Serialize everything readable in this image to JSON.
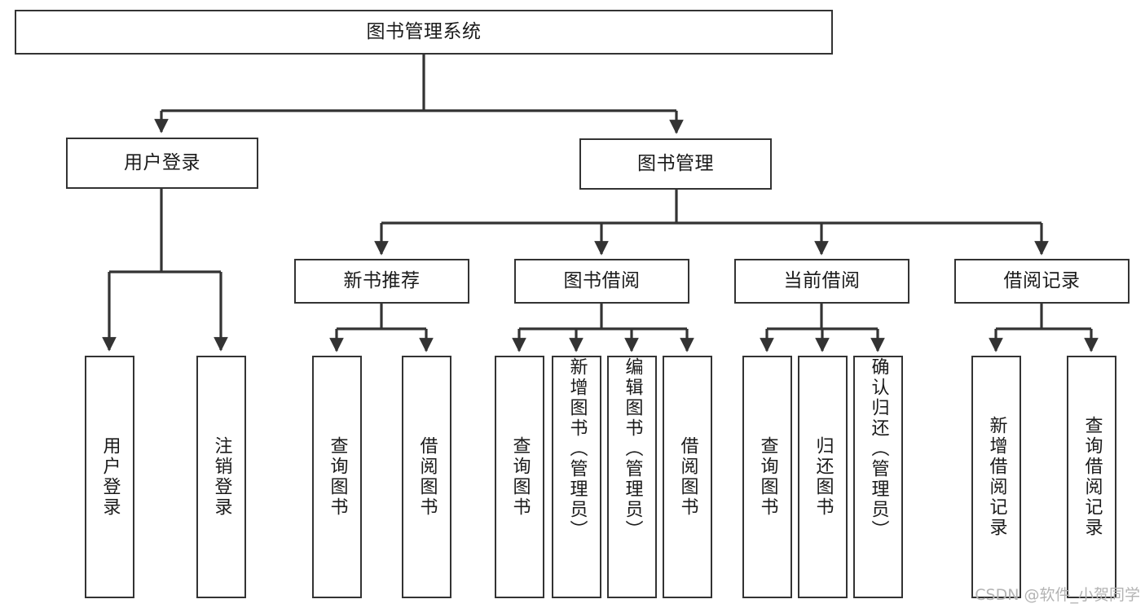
{
  "diagram": {
    "title": "图书管理系统",
    "type": "功能结构图",
    "line_color": "#333333",
    "box_fill": "#ffffff",
    "text_color": "#1a1a1a"
  },
  "root": {
    "label": "图书管理系统"
  },
  "level2": [
    {
      "id": "user-login",
      "label": "用户登录"
    },
    {
      "id": "book-management",
      "label": "图书管理"
    }
  ],
  "level3": [
    {
      "id": "new-book-recommend",
      "label": "新书推荐"
    },
    {
      "id": "book-borrow",
      "label": "图书借阅"
    },
    {
      "id": "current-borrow",
      "label": "当前借阅"
    },
    {
      "id": "borrow-record",
      "label": "借阅记录"
    }
  ],
  "leaves": {
    "user_login": [
      {
        "id": "leaf-user-login",
        "label": "用户登录"
      },
      {
        "id": "leaf-logout",
        "label": "注销登录"
      }
    ],
    "new_book_recommend": [
      {
        "id": "leaf-query-book-1",
        "label": "查询图书"
      },
      {
        "id": "leaf-borrow-book-1",
        "label": "借阅图书"
      }
    ],
    "book_borrow": [
      {
        "id": "leaf-query-book-2",
        "label": "查询图书"
      },
      {
        "id": "leaf-add-book",
        "label": "新增图书（管理员）"
      },
      {
        "id": "leaf-edit-book",
        "label": "编辑图书（管理员）"
      },
      {
        "id": "leaf-borrow-book-2",
        "label": "借阅图书"
      }
    ],
    "current_borrow": [
      {
        "id": "leaf-query-book-3",
        "label": "查询图书"
      },
      {
        "id": "leaf-return-book",
        "label": "归还图书"
      },
      {
        "id": "leaf-confirm-return",
        "label": "确认归还（管理员）"
      }
    ],
    "borrow_record": [
      {
        "id": "leaf-add-record",
        "label": "新增借阅记录"
      },
      {
        "id": "leaf-query-record",
        "label": "查询借阅记录"
      }
    ]
  },
  "watermark": {
    "text": "CSDN @软件_小贺同学"
  }
}
